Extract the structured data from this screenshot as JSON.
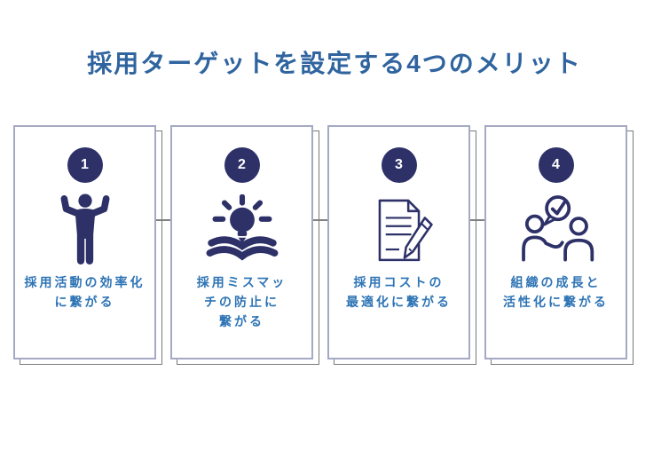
{
  "title": "採用ターゲットを設定する4つのメリット",
  "colors": {
    "navy": "#2D3168",
    "title_blue": "#2F649F",
    "text_blue": "#2E74B5",
    "card_border": "#A5A9C3",
    "shadow_border": "#7A7A7A",
    "connector": "#808080",
    "bg": "#FFFFFF"
  },
  "cards": [
    {
      "number": "1",
      "icon": "flexing-person-icon",
      "lines": [
        "採用活動の効率化",
        "に繋がる"
      ]
    },
    {
      "number": "2",
      "icon": "lightbulb-open-book-icon",
      "lines": [
        "採用ミスマッ",
        "チの防止に",
        "繋がる"
      ]
    },
    {
      "number": "3",
      "icon": "document-pencil-icon",
      "lines": [
        "採用コストの",
        "最適化に繋がる"
      ]
    },
    {
      "number": "4",
      "icon": "people-conversation-check-icon",
      "lines": [
        "組織の成長と",
        "活性化に繋がる"
      ]
    }
  ]
}
